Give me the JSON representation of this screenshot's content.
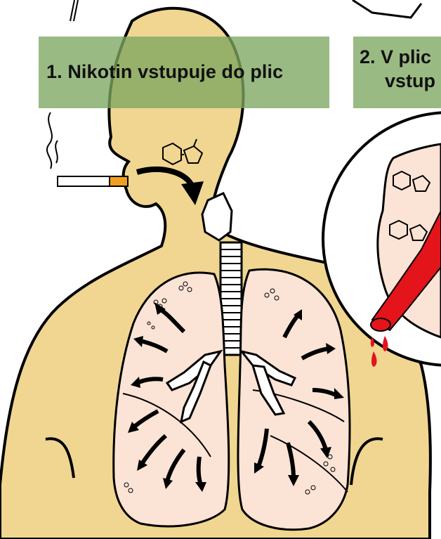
{
  "steps": [
    {
      "text": "1. Nikotin vstupuje do plic"
    },
    {
      "line1": "2. V plic",
      "line2": "vstup"
    }
  ],
  "colors": {
    "skin": "#f0d690",
    "lung_fill": "#fbe3d6",
    "banner": "#7ea660",
    "blood": "#e4141b",
    "cigarette_filter": "#f0a020",
    "outline": "#000000"
  },
  "icons": [
    "cigarette-icon",
    "smoke-icon",
    "nicotine-molecule-icon",
    "airflow-arrow-icon",
    "blood-vessel-icon",
    "blood-drop-icon"
  ]
}
